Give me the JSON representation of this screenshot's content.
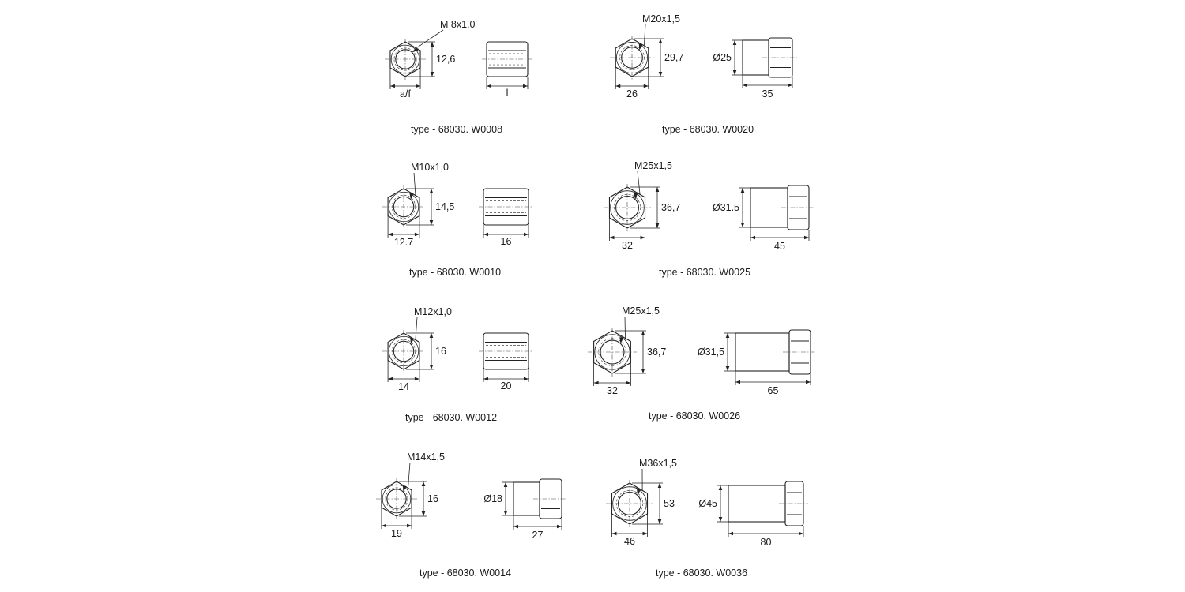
{
  "parts": [
    {
      "thread": "M 8x1,0",
      "height": "12,6",
      "width": "a/f",
      "length": "l",
      "diameter": "",
      "type": "type - 68030. W0008",
      "style": "coupling"
    },
    {
      "thread": "M20x1,5",
      "height": "29,7",
      "width": "26",
      "length": "35",
      "diameter": "Ø25",
      "type": "type - 68030. W0020",
      "style": "stepped"
    },
    {
      "thread": "M10x1,0",
      "height": "14,5",
      "width": "12.7",
      "length": "16",
      "diameter": "",
      "type": "type - 68030. W0010",
      "style": "coupling"
    },
    {
      "thread": "M25x1,5",
      "height": "36,7",
      "width": "32",
      "length": "45",
      "diameter": "Ø31.5",
      "type": "type - 68030. W0025",
      "style": "stepped"
    },
    {
      "thread": "M12x1,0",
      "height": "16",
      "width": "14",
      "length": "20",
      "diameter": "",
      "type": "type - 68030. W0012",
      "style": "coupling"
    },
    {
      "thread": "M25x1,5",
      "height": "36,7",
      "width": "32",
      "length": "65",
      "diameter": "Ø31,5",
      "type": "type - 68030. W0026",
      "style": "stepped"
    },
    {
      "thread": "M14x1,5",
      "height": "16",
      "width": "19",
      "length": "27",
      "diameter": "Ø18",
      "type": "type - 68030. W0014",
      "style": "stepped"
    },
    {
      "thread": "M36x1,5",
      "height": "53",
      "width": "46",
      "length": "80",
      "diameter": "Ø45",
      "type": "type - 68030. W0036",
      "style": "stepped"
    }
  ]
}
